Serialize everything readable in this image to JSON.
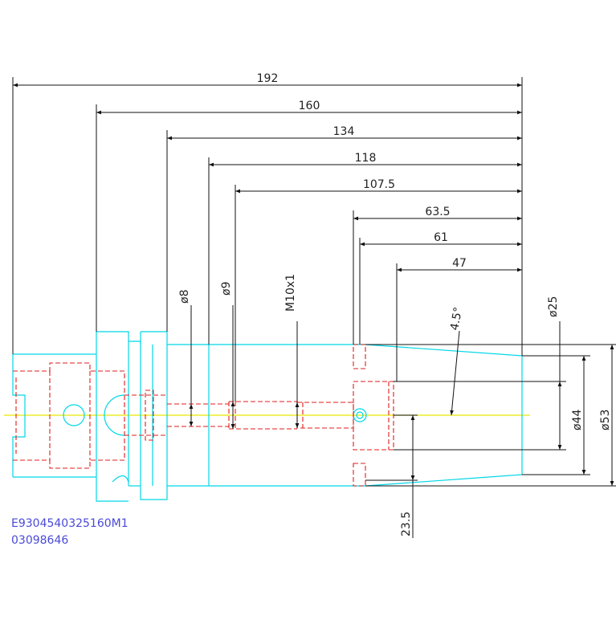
{
  "dimensions": {
    "horizontal": [
      "192",
      "160",
      "134",
      "118",
      "107.5",
      "63.5",
      "61",
      "47"
    ],
    "diameters": [
      "ø8",
      "ø9",
      "M10x1",
      "ø25",
      "ø44",
      "ø53"
    ],
    "angle": "4.5°",
    "depth": "23.5"
  },
  "part_codes": [
    "E9304540325160M1",
    "03098646"
  ],
  "colors": {
    "outline": "#00d7e6",
    "hidden": "#e21d1d",
    "centerline": "#e6e600",
    "dimension": "#111111",
    "code_text": "#4a4ad8"
  }
}
